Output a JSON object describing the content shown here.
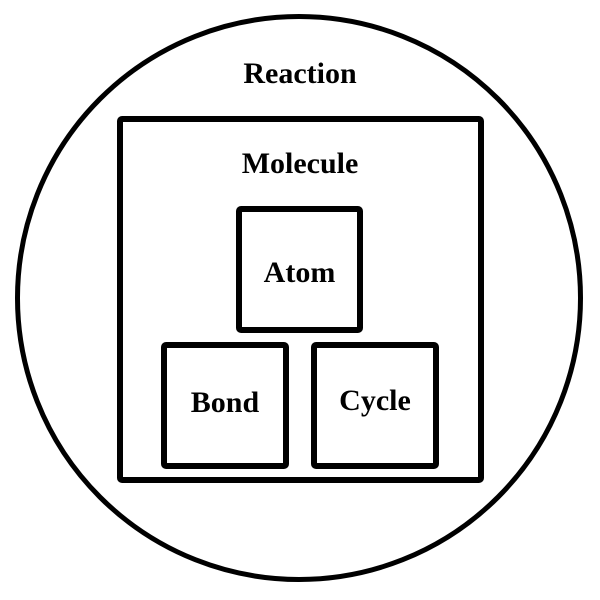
{
  "diagram": {
    "outer": {
      "label": "Reaction"
    },
    "container": {
      "label": "Molecule"
    },
    "components": {
      "atom": {
        "label": "Atom"
      },
      "bond": {
        "label": "Bond"
      },
      "cycle": {
        "label": "Cycle"
      }
    }
  },
  "colors": {
    "stroke": "#000000",
    "background": "#ffffff"
  }
}
